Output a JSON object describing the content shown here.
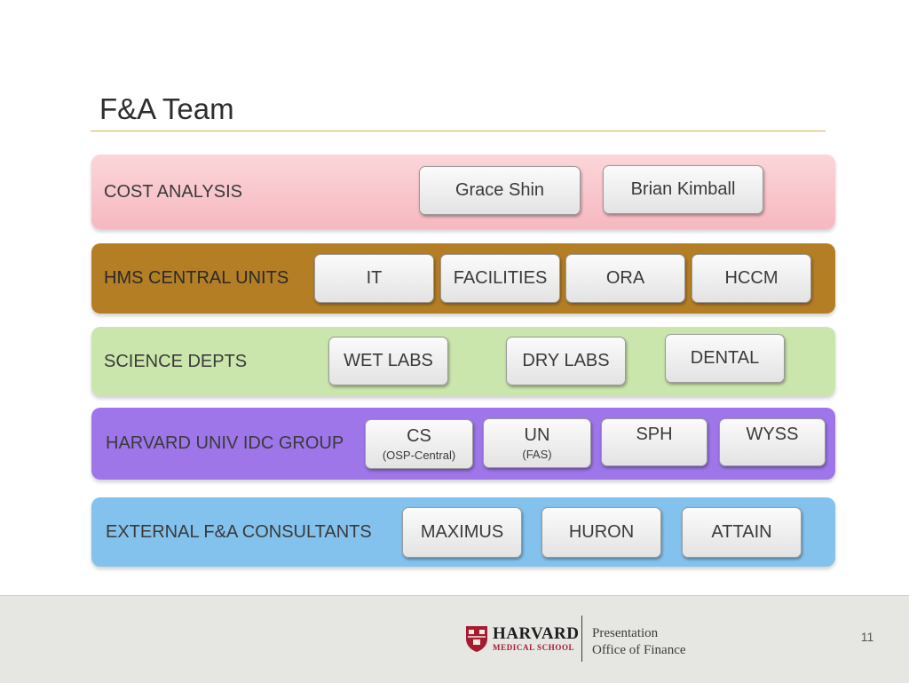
{
  "title": "F&A Team",
  "bands": {
    "cost": {
      "label": "COST ANALYSIS",
      "color": "#f9c5cb",
      "items": [
        "Grace Shin",
        "Brian Kimball"
      ]
    },
    "hms": {
      "label": "HMS CENTRAL UNITS",
      "color": "#b47e24",
      "items": [
        "IT",
        "FACILITIES",
        "ORA",
        "HCCM"
      ]
    },
    "science": {
      "label": "SCIENCE DEPTS",
      "color": "#cbe6ac",
      "items": [
        "WET LABS",
        "DRY LABS",
        "DENTAL"
      ]
    },
    "harvard": {
      "label": "HARVARD UNIV IDC GROUP",
      "color": "#9e76ea",
      "items": [
        {
          "main": "CS",
          "sub": "(OSP-Central)"
        },
        {
          "main": "UN",
          "sub": "(FAS)"
        },
        {
          "main": "SPH",
          "sub": ""
        },
        {
          "main": "WYSS",
          "sub": ""
        }
      ]
    },
    "external": {
      "label": "EXTERNAL F&A CONSULTANTS",
      "color": "#84c2ee",
      "items": [
        "MAXIMUS",
        "HURON",
        "ATTAIN"
      ]
    }
  },
  "footer": {
    "logo_top": "HARVARD",
    "logo_bottom": "MEDICAL SCHOOL",
    "line1": "Presentation",
    "line2": "Office of Finance",
    "page_number": "11"
  }
}
